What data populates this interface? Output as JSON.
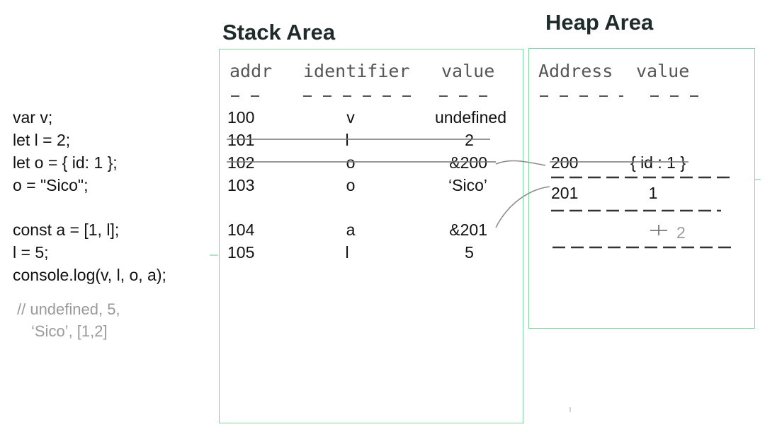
{
  "stack": {
    "title": "Stack Area",
    "headers": {
      "addr": "addr",
      "identifier": "identifier",
      "value": "value"
    },
    "rows": [
      {
        "addr": "100",
        "identifier": "v",
        "value": "undefined"
      },
      {
        "addr": "101",
        "identifier": "l",
        "value": "2"
      },
      {
        "addr": "102",
        "identifier": "o",
        "value": "&200"
      },
      {
        "addr": "103",
        "identifier": "o",
        "value": "‘Sico’"
      },
      {
        "addr": "104",
        "identifier": "a",
        "value": "&201"
      },
      {
        "addr": "105",
        "identifier": "l",
        "value": "5"
      }
    ]
  },
  "heap": {
    "title": "Heap Area",
    "headers": {
      "address": "Address",
      "value": "value"
    },
    "rows": [
      {
        "addr": "200",
        "value": "{ id : 1 }"
      },
      {
        "addr": "201",
        "value": "1"
      }
    ],
    "extra_value": "2"
  },
  "code": {
    "lines": [
      "var v;",
      "let l = 2;",
      "let o = { id: 1 };",
      "o = \"Sico\";",
      "const a = [1, l];",
      "l = 5;",
      "console.log(v, l, o, a);"
    ],
    "comment": [
      "// undefined, 5,",
      "‘Sico’, [1,2]"
    ]
  }
}
